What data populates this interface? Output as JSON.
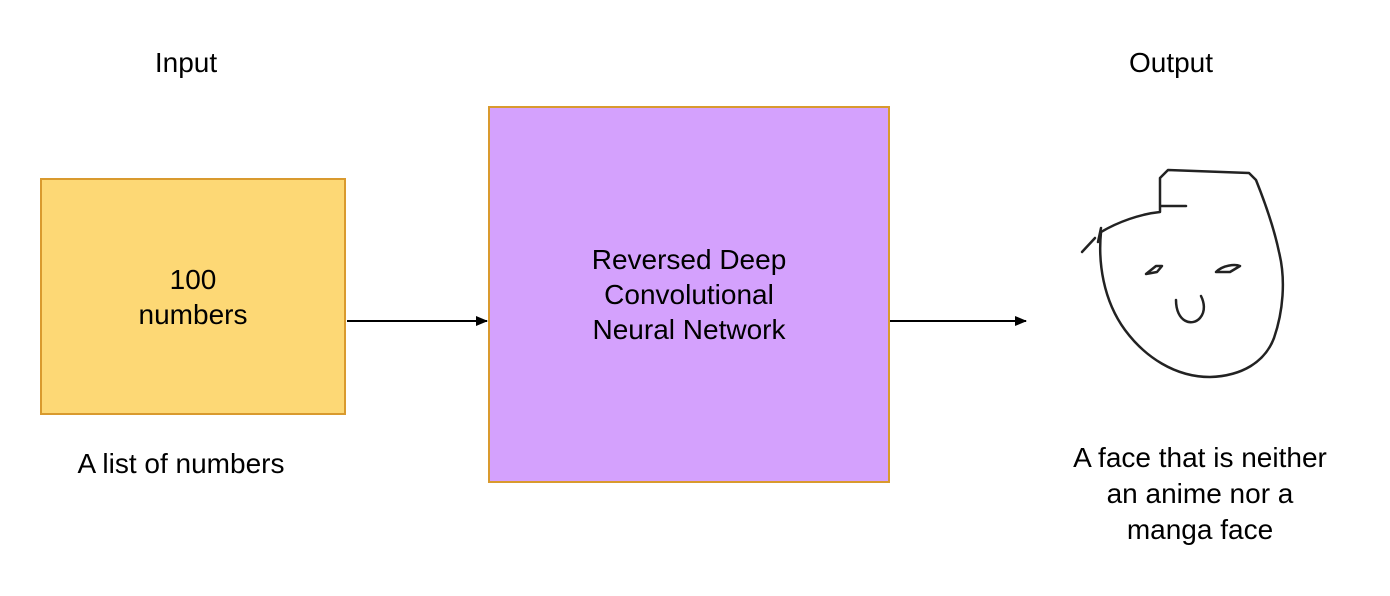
{
  "diagram": {
    "input_heading": "Input",
    "output_heading": "Output",
    "input_box": {
      "line1": "100",
      "line2": "numbers",
      "fill_color": "#fdd875",
      "border_color": "#d99a2e"
    },
    "network_box": {
      "line1": "Reversed Deep",
      "line2": "Convolutional",
      "line3": "Neural Network",
      "fill_color": "#d4a1fd",
      "border_color": "#d99a2e"
    },
    "input_caption": "A list of numbers",
    "output_caption": {
      "line1": "A face that is neither",
      "line2": "an anime nor a",
      "line3": "manga face"
    },
    "output_image": "hand-drawn-face-sketch"
  }
}
